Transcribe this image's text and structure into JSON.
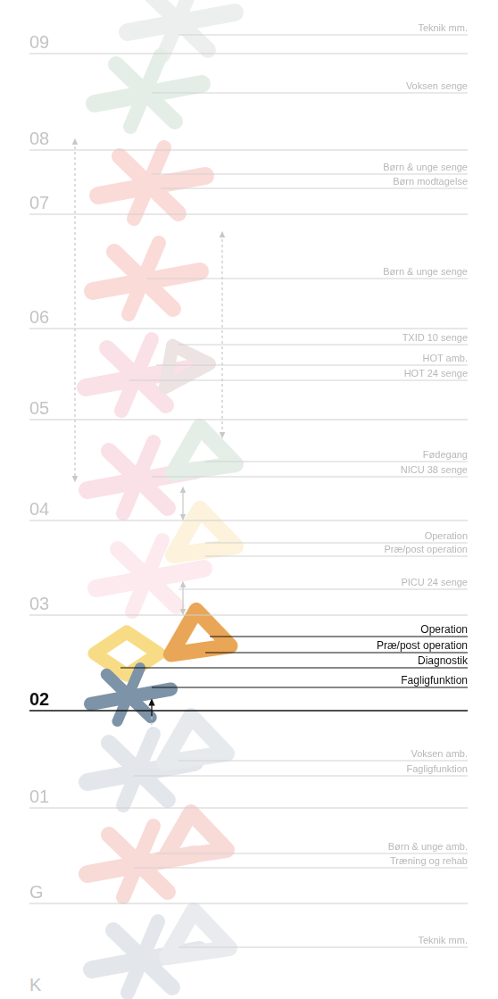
{
  "diagram": {
    "labels": [
      "09",
      "Teknik mm.",
      "Voksen senge",
      "08",
      "Børn & unge senge",
      "Børn modtagelse",
      "07",
      "Børn & unge senge",
      "06",
      "TXID 10 senge",
      "HOT amb.",
      "HOT 24 senge",
      "05",
      "Fødegang",
      "NICU 38 senge",
      "04",
      "Operation",
      "Præ/post operation",
      "PICU 24 senge",
      "03",
      "Operation",
      "Præ/post operation",
      "Diagnostik",
      "Fagligfunktion",
      "02",
      "Voksen amb.",
      "Fagligfunktion",
      "01",
      "Børn & unge amb.",
      "Træning og rehab",
      "G",
      "Teknik mm.",
      "K"
    ]
  }
}
